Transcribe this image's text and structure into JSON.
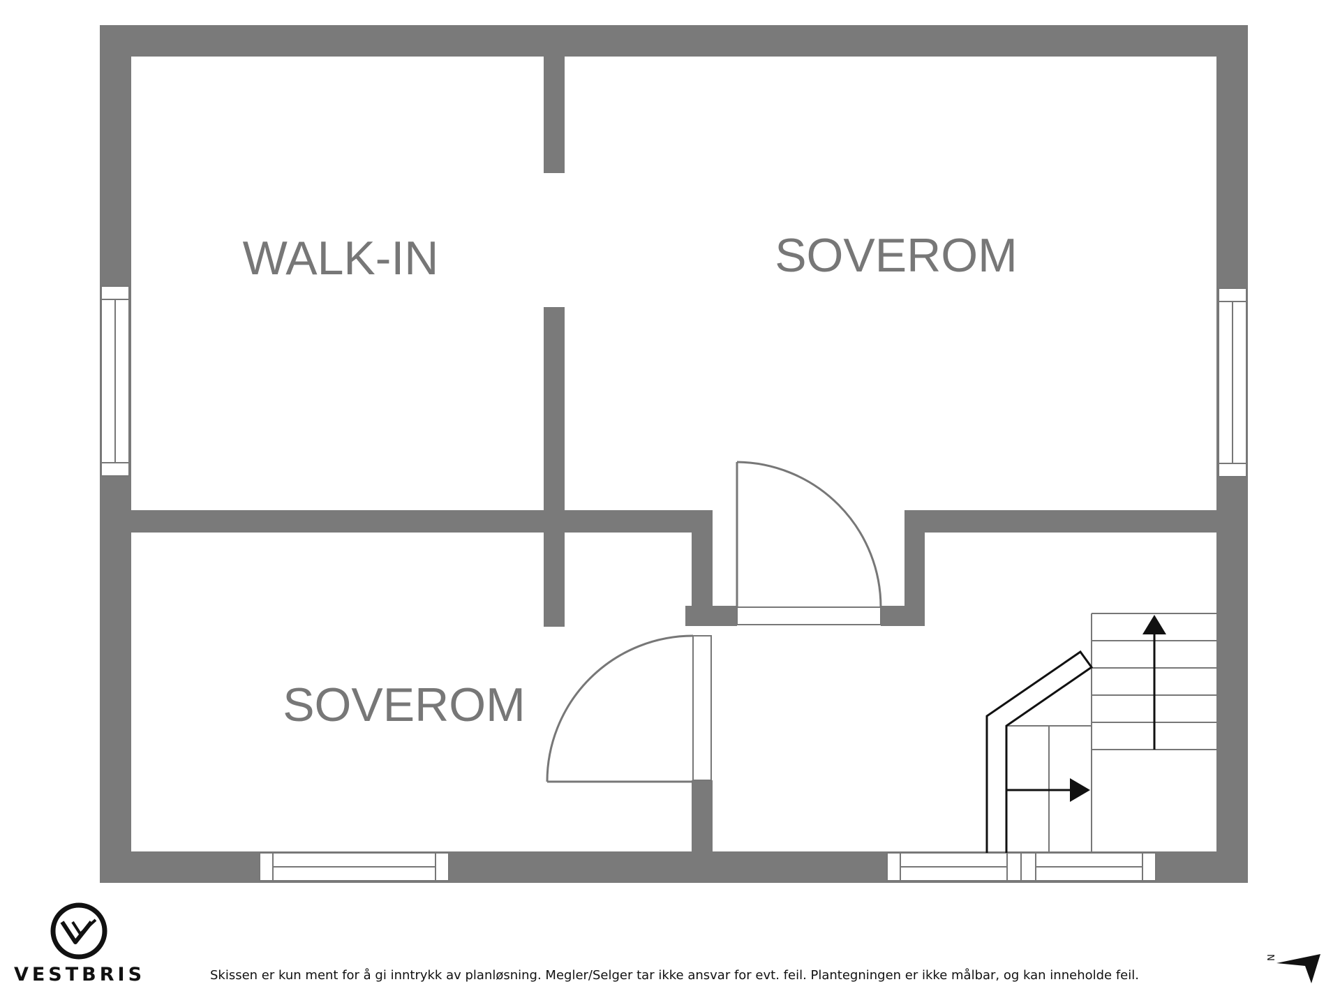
{
  "rooms": {
    "walk_in": "WALK-IN",
    "bedroom_north": "SOVEROM",
    "bedroom_south": "SOVEROM"
  },
  "brand": {
    "name": "VESTBRIS"
  },
  "footer": {
    "disclaimer": "Skissen er kun ment for å gi inntrykk av planløsning. Megler/Selger tar ikke ansvar for evt. feil. Plantegningen er ikke målbar, og kan inneholde feil."
  },
  "compass": {
    "letter": "N",
    "icon": "north-arrow-icon"
  },
  "colors": {
    "wall": "#7a7a7a",
    "line": "#777777",
    "background": "#ffffff",
    "ink": "#111111",
    "label": "#777777"
  }
}
